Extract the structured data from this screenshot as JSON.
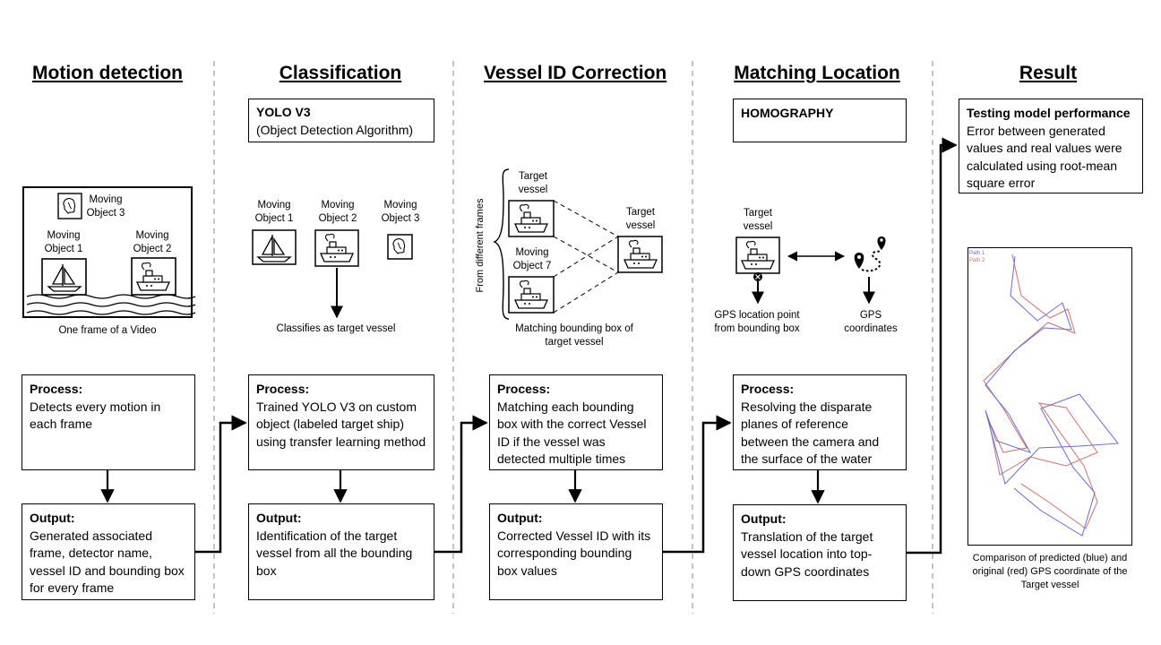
{
  "columns": {
    "motion": {
      "title": "Motion detection",
      "frame_caption": "One frame of a Video",
      "labels": [
        "Moving Object 3",
        "Moving Object 1",
        "Moving Object 2"
      ],
      "process_label": "Process:",
      "process_text": "Detects every motion  in each frame",
      "output_label": "Output:",
      "output_text": "Generated associated frame, detector name, vessel ID and bounding box for every frame"
    },
    "classification": {
      "title": "Classification",
      "algo_title": "YOLO V3",
      "algo_sub": "(Object Detection  Algorithm)",
      "labels": [
        "Moving Object 1",
        "Moving Object 2",
        "Moving Object 3"
      ],
      "caption": "Classifies as target vessel",
      "process_label": "Process:",
      "process_text": "Trained YOLO V3 on custom object (labeled target ship) using transfer learning method",
      "output_label": "Output:",
      "output_text": "Identification of the target vessel from all the bounding box"
    },
    "correction": {
      "title": "Vessel ID Correction",
      "side_label": "From different frames",
      "labels": [
        "Target vessel",
        "Moving Object 7",
        "Target vessel"
      ],
      "caption": "Matching bounding box of target vessel",
      "process_label": "Process:",
      "process_text": "Matching each bounding box with the correct Vessel ID if the vessel was detected multiple times",
      "output_label": "Output:",
      "output_text": "Corrected Vessel ID with its corresponding bounding box values"
    },
    "matching": {
      "title": "Matching Location",
      "algo_title": "HOMOGRAPHY",
      "target_label": "Target vessel",
      "caption_left": "GPS location point from bounding box",
      "caption_right": "GPS coordinates",
      "process_label": "Process:",
      "process_text": "Resolving the disparate planes of reference between the camera and the surface of the water",
      "output_label": "Output:",
      "output_text": "Translation of the target vessel location into top-down GPS coordinates"
    },
    "result": {
      "title": "Result",
      "box_title": "Testing model performance",
      "box_text": "Error between generated values and real values were calculated using root-mean square error",
      "legend": [
        "Path 1",
        "Path 2"
      ],
      "caption": "Comparison of predicted (blue) and original (red) GPS coordinate of the Target vessel"
    }
  },
  "colors": {
    "predicted": "#6a6ad6",
    "original": "#d07070"
  }
}
